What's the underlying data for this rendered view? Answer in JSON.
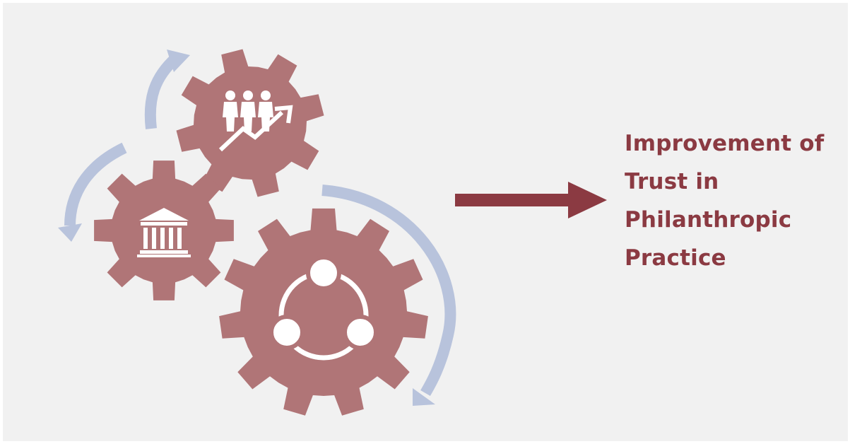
{
  "result": {
    "lines": [
      "Improvement of",
      "Trust in",
      "Philanthropic",
      "Practice"
    ]
  },
  "icons": {
    "top_gear": "people-growth-icon",
    "left_gear": "institution-building-icon",
    "large_gear": "network-cycle-icon"
  },
  "colors": {
    "background": "#f1f1f1",
    "gear": "#b07577",
    "cycle_arrow": "#b8c3dc",
    "result_arrow": "#8b3a42",
    "result_text": "#8b3a42",
    "icon": "#ffffff"
  }
}
